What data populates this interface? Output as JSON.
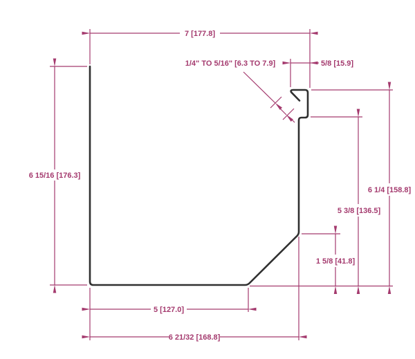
{
  "colors": {
    "dimension_lines": "#A43A6E",
    "profile_outline": "#303030",
    "background": "#FFFFFF"
  },
  "dimensions": {
    "top_width": "7 [177.8]",
    "hook_width": "5/8 [15.9]",
    "hem_opening": "1/4\" TO 5/16\" [6.3 TO 7.9]",
    "left_height": "6 15/16 [176.3]",
    "front_height": "6 1/4 [158.8]",
    "inner_height": "5 3/8 [136.5]",
    "lower_front_height": "1 5/8 [41.8]",
    "bottom_width": "5 [127.0]",
    "overall_width_to_face": "6 21/32 [168.8]"
  }
}
